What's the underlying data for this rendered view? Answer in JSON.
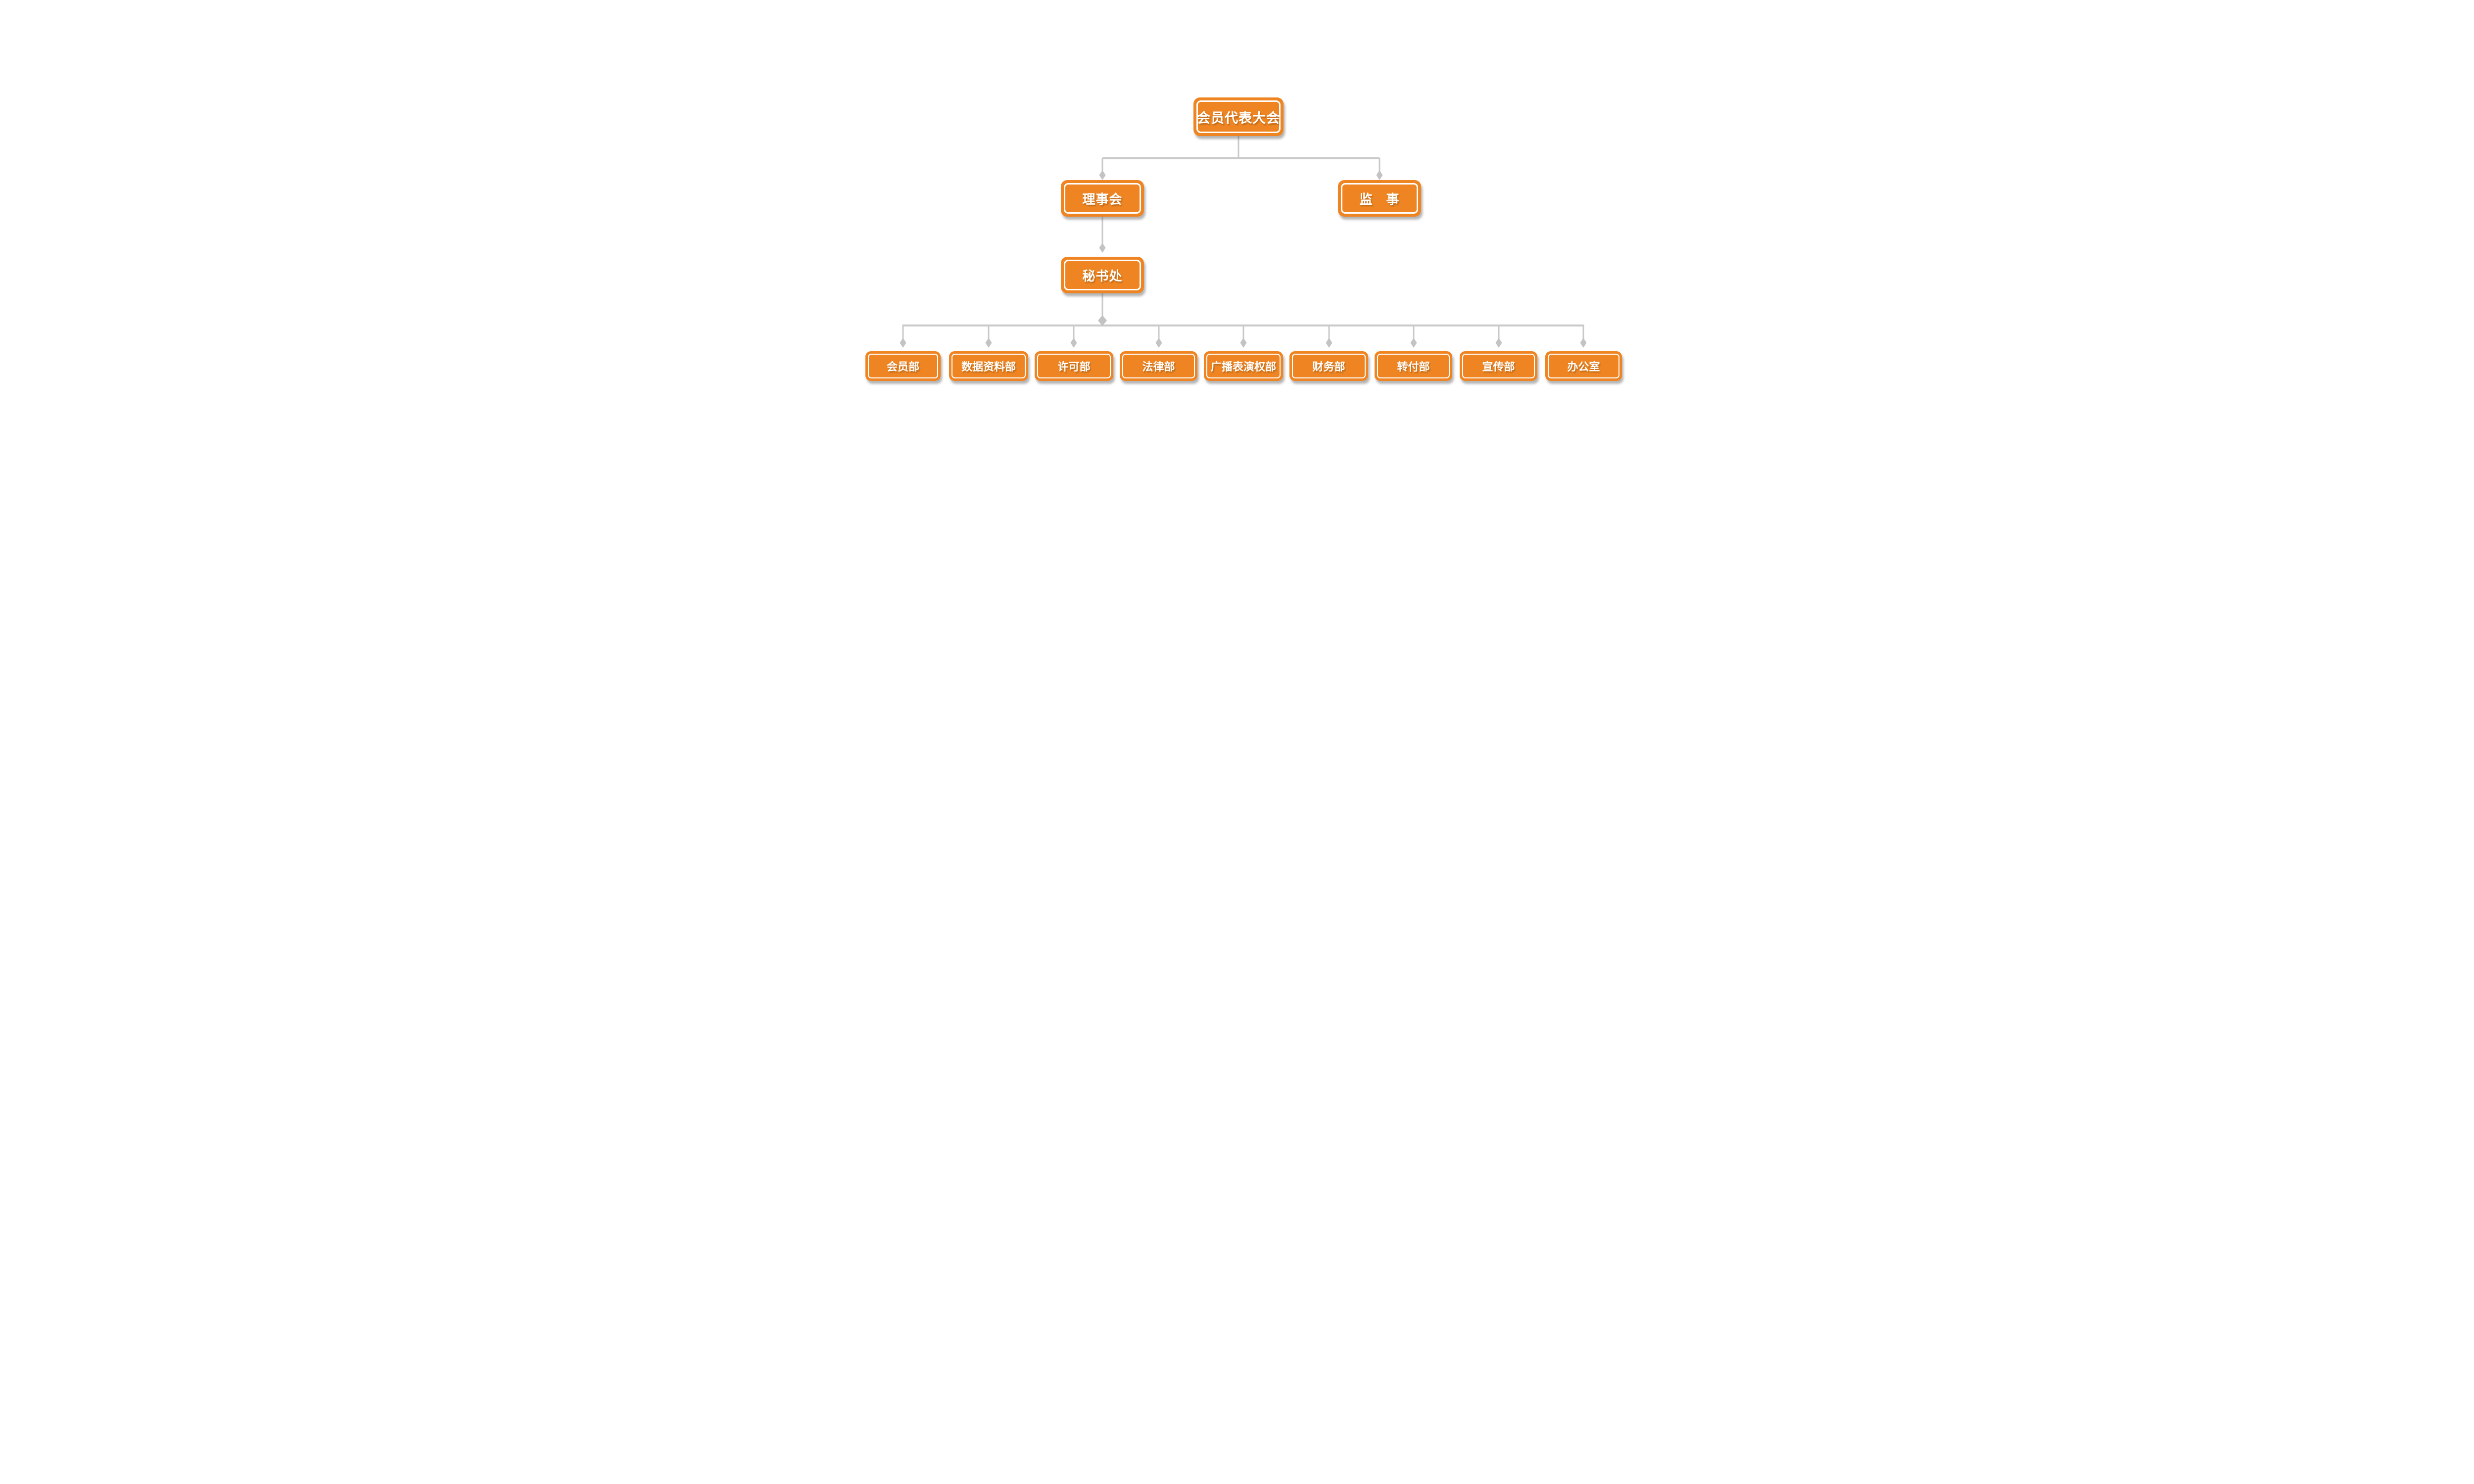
{
  "diagram": {
    "type": "org-chart",
    "accent_color": "#EF8522",
    "connector_color": "#C9C9C9",
    "arrowhead_color": "#C3C3C3",
    "text_color": "#FFFFFF",
    "background_color": "#FFFFFF",
    "nodes": {
      "assembly": {
        "label": "会员代表大会",
        "level": 1
      },
      "council": {
        "label": "理事会",
        "level": 2
      },
      "supervisor": {
        "label": "监　事",
        "level": 2
      },
      "secretariat": {
        "label": "秘书处",
        "level": 3
      },
      "departments": [
        {
          "label": "会员部"
        },
        {
          "label": "数据资料部"
        },
        {
          "label": "许可部"
        },
        {
          "label": "法律部"
        },
        {
          "label": "广播表演权部"
        },
        {
          "label": "财务部"
        },
        {
          "label": "转付部"
        },
        {
          "label": "宣传部"
        },
        {
          "label": "办公室"
        }
      ]
    },
    "edges": [
      "assembly -> council",
      "assembly -> supervisor",
      "council -> secretariat",
      "secretariat -> departments(all 9)"
    ]
  }
}
